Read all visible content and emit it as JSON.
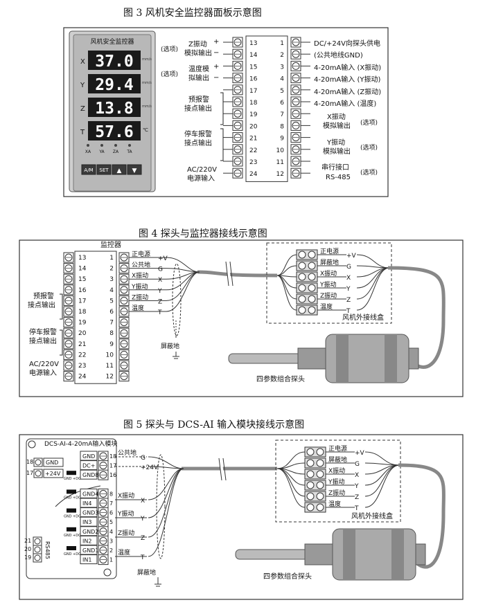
{
  "fig3": {
    "caption": "图 3   风机安全监控器面板示意图",
    "panel": {
      "title": "风机安全监控器",
      "rows": [
        {
          "axis": "X",
          "value": "37.0",
          "unit": "mm/s"
        },
        {
          "axis": "Y",
          "value": "29.4",
          "unit": "mm/s"
        },
        {
          "axis": "Z",
          "value": "13.8",
          "unit": "mm/s"
        },
        {
          "axis": "T",
          "value": "57.6",
          "unit": "℃"
        }
      ],
      "leds": [
        "XA",
        "YA",
        "ZA",
        "TA"
      ],
      "buttons": [
        "A/M",
        "SET",
        "▲",
        "▼"
      ]
    },
    "left_terms": [
      "13",
      "14",
      "15",
      "16",
      "17",
      "18",
      "19",
      "20",
      "21",
      "22",
      "23",
      "24"
    ],
    "right_terms": [
      "1",
      "2",
      "3",
      "4",
      "5",
      "6",
      "7",
      "8",
      "9",
      "10",
      "11",
      "12"
    ],
    "left_labels": {
      "z_vib": "Z振动",
      "z_vib2": "模拟输出",
      "opt1": "(选项)",
      "temp": "温度模",
      "temp2": "拟输出",
      "opt2": "(选项)",
      "pre": "预报警",
      "pre2": "接点输出",
      "stop": "停车报警",
      "stop2": "接点输出",
      "ac": "AC/220V",
      "ac2": "电源输入"
    },
    "right_labels": {
      "r1": "DC/+24V向探头供电",
      "r2": "(公共地线GND)",
      "r3": "4-20mA输入 (X振动)",
      "r4": "4-20mA输入 (Y振动)",
      "r5": "4-20mA输入 (Z振动)",
      "r6": "4-20mA输入 (温度)",
      "x_vib": "X振动",
      "x_vib2": "模拟输出",
      "y_vib": "Y振动",
      "y_vib2": "模拟输出",
      "opt": "(选项)",
      "serial": "串行接口",
      "rs485": "RS-485"
    }
  },
  "fig4": {
    "caption": "图 4  探头与监控器接线示意图",
    "monitor_title": "监控器",
    "left_terms": [
      "13",
      "14",
      "15",
      "16",
      "17",
      "18",
      "19",
      "20",
      "21",
      "22",
      "23",
      "24"
    ],
    "right_terms": [
      "1",
      "2",
      "3",
      "4",
      "5",
      "6",
      "7",
      "8",
      "9",
      "10",
      "11",
      "12"
    ],
    "left_labels": {
      "pre": "预报警",
      "pre2": "接点输出",
      "stop": "停车报警",
      "stop2": "接点输出",
      "ac": "AC/220V",
      "ac2": "电源输入"
    },
    "signals": [
      {
        "name": "正电源",
        "letter": "+V"
      },
      {
        "name": "公共地",
        "letter": "G"
      },
      {
        "name": "X振动",
        "letter": "X"
      },
      {
        "name": "Y振动",
        "letter": "Y"
      },
      {
        "name": "Z振动",
        "letter": "Z"
      },
      {
        "name": "温度",
        "letter": "T"
      }
    ],
    "box_signals": [
      {
        "name": "正电源",
        "letter": "+V"
      },
      {
        "name": "屏蔽地",
        "letter": "G"
      },
      {
        "name": "X振动",
        "letter": "X"
      },
      {
        "name": "Y振动",
        "letter": "Y"
      },
      {
        "name": "Z振动",
        "letter": "Z"
      },
      {
        "name": "温度",
        "letter": "T"
      }
    ],
    "shield_label": "屏蔽地",
    "box_label": "风机外接线盒",
    "probe_label": "四参数组合探头"
  },
  "fig5": {
    "caption": "图 5  探头与 DCS-AI 输入模块接线示意图",
    "module_title": "DCS-AI-4-20mA输入模块",
    "gnd_term": "18",
    "v24_term": "17",
    "gnd": "GND",
    "v24": "+24V",
    "module_rows": [
      "GND",
      "DC+",
      "GND8",
      "",
      "GND4",
      "IN4",
      "GND3",
      "IN3",
      "GND2",
      "IN2",
      "GND1",
      "IN1"
    ],
    "module_nums": [
      "18",
      "17",
      "16",
      "",
      "8",
      "7",
      "6",
      "5",
      "4",
      "3",
      "2",
      "1"
    ],
    "rs485_terms": [
      "21",
      "20",
      "19"
    ],
    "rs485": "RS485",
    "jumper_label": "GND +DC",
    "signals": [
      {
        "name": "公共地",
        "letter": "G"
      },
      {
        "name": "",
        "letter": "+24V"
      },
      {
        "name": "X振动",
        "letter": "X"
      },
      {
        "name": "Y振动",
        "letter": "Y"
      },
      {
        "name": "Z振动",
        "letter": "Z"
      },
      {
        "name": "温度",
        "letter": "T"
      }
    ],
    "box_signals": [
      {
        "name": "正电源",
        "letter": "+V"
      },
      {
        "name": "屏蔽地",
        "letter": "G"
      },
      {
        "name": "X振动",
        "letter": "X"
      },
      {
        "name": "Y振动",
        "letter": "Y"
      },
      {
        "name": "Z振动",
        "letter": "Z"
      },
      {
        "name": "温度",
        "letter": "T"
      }
    ],
    "shield_label": "屏蔽地",
    "box_label": "风机外接线盒",
    "probe_label": "四参数组合探头"
  }
}
